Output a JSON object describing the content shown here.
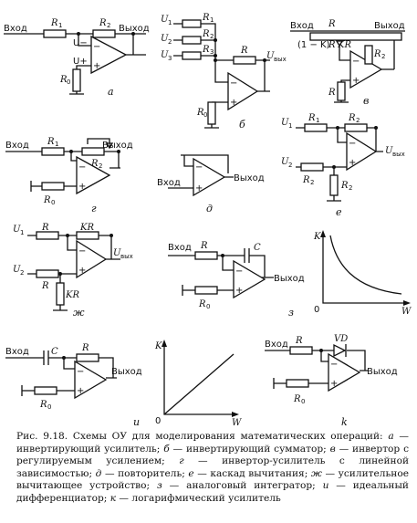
{
  "labels": {
    "input": "Вход",
    "output": "Выход",
    "r": "R",
    "r1": "R",
    "r2": "R",
    "r3": "R",
    "r0": "R",
    "kr": "KR",
    "one_minus_k": "(1 − K)",
    "c": "C",
    "vd": "VD",
    "u": "U",
    "u_out": "U",
    "out_sub": "вых",
    "u_minus": "U−",
    "u_plus": "U+",
    "k_axis": "K",
    "w_axis": "W",
    "zero": "0"
  },
  "subscripts": {
    "s1": "1",
    "s2": "2",
    "s3": "3",
    "s0": "0"
  },
  "panel_letters": {
    "a": "а",
    "b": "б",
    "v": "в",
    "g": "г",
    "d": "д",
    "e": "е",
    "zh": "ж",
    "z": "з",
    "i": "и",
    "k": "k"
  },
  "caption": {
    "title": "Рис. 9.18. Схемы ОУ для моделирования математических операций:",
    "items": [
      {
        "letter": "а",
        "text": " — инвертирующий усилитель; "
      },
      {
        "letter": "б",
        "text": " — инвертирующий сумматор; "
      },
      {
        "letter": "в",
        "text": " — инвертор с регулируемым усилением; "
      },
      {
        "letter": "г",
        "text": " — инвертор-усилитель с линейной зависимостью; "
      },
      {
        "letter": "д",
        "text": " — повторитель; "
      },
      {
        "letter": "е",
        "text": " — каскад вычитания; "
      },
      {
        "letter": "ж",
        "text": " — усилительное вычитающее устройство; "
      },
      {
        "letter": "з",
        "text": " — аналоговый интегратор; "
      },
      {
        "letter": "и",
        "text": " — идеальный дифференциатор; "
      },
      {
        "letter": "к",
        "text": " — логарифмический усилитель"
      }
    ]
  }
}
